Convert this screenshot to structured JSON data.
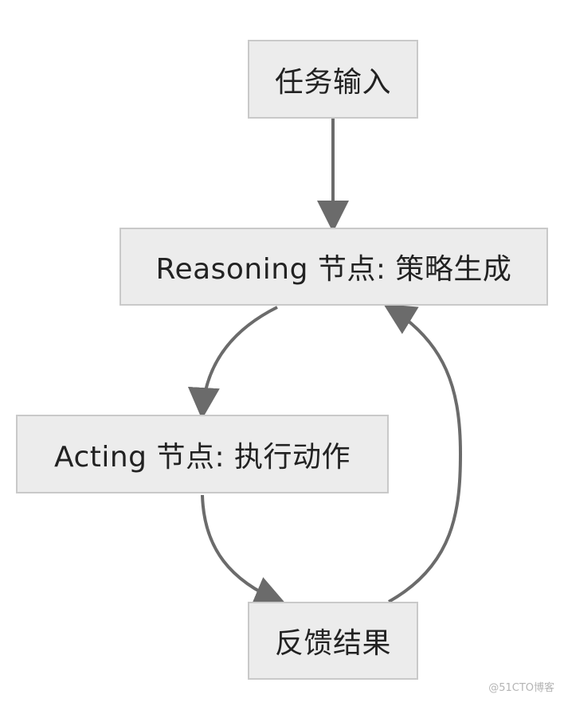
{
  "nodes": {
    "input": "任务输入",
    "reasoning": "Reasoning 节点: 策略生成",
    "acting": "Acting 节点: 执行动作",
    "feedback": "反馈结果"
  },
  "edges": [
    {
      "from": "input",
      "to": "reasoning"
    },
    {
      "from": "reasoning",
      "to": "acting"
    },
    {
      "from": "acting",
      "to": "feedback"
    },
    {
      "from": "feedback",
      "to": "reasoning"
    }
  ],
  "watermark": "@51CTO博客",
  "colors": {
    "node_fill": "#ececec",
    "node_border": "#c9c9c9",
    "edge": "#6b6b6b",
    "text": "#222222"
  }
}
